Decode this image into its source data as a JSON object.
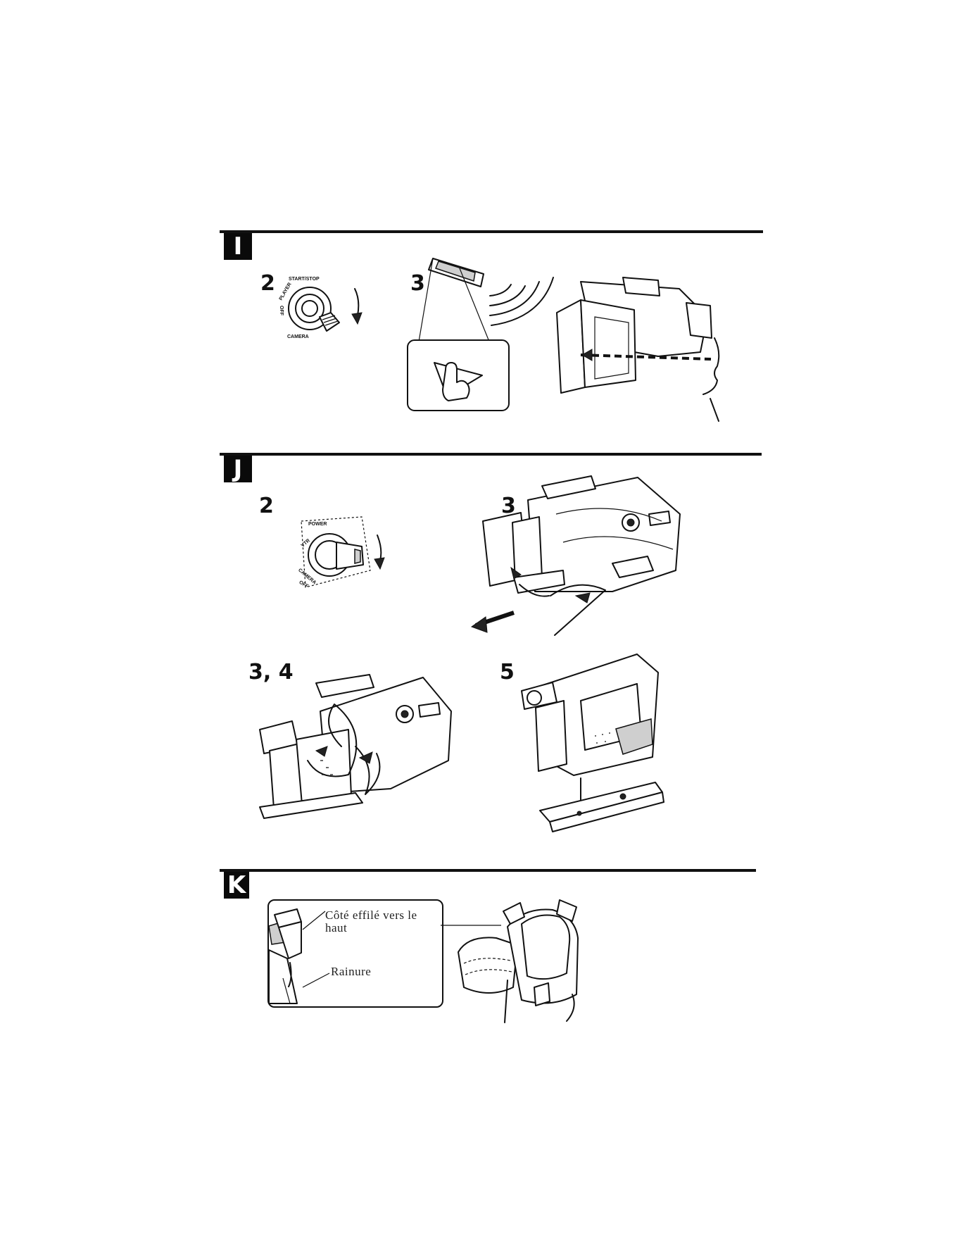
{
  "sections": [
    {
      "letter": "I"
    },
    {
      "letter": "J"
    },
    {
      "letter": "K"
    }
  ],
  "section_i": {
    "step_a": "2",
    "step_b": "3",
    "dial_labels": {
      "player": "PLAYER",
      "start_stop": "START/STOP",
      "off": "OFF",
      "camera": "CAMERA"
    }
  },
  "section_j": {
    "step_a": "2",
    "step_b": "3",
    "step_c": "3, 4",
    "step_d": "5",
    "dial_labels": {
      "power": "POWER",
      "vtr": "VTR",
      "camera": "CAMERA",
      "off": "OFF"
    }
  },
  "section_k": {
    "caption_top": "Côté effilé vers le haut",
    "caption_bottom": "Rainure"
  }
}
